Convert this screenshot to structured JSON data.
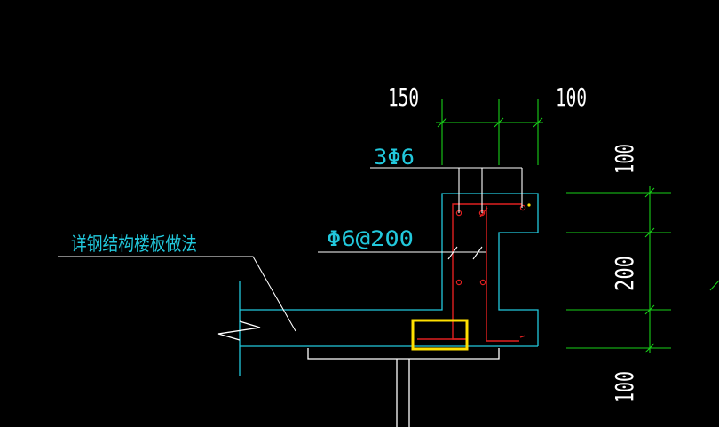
{
  "drawing": {
    "background": "#000000",
    "colors": {
      "slab_outline": "#22c8dc",
      "rebar": "#e02020",
      "dimension": "#18d018",
      "leader": "#ffffff",
      "steel_beam": "#ffffff",
      "highlight": "#ffe000"
    }
  },
  "dimensions": {
    "top_left": "150",
    "top_right": "100",
    "right_top": "100",
    "right_middle": "200",
    "right_bottom": "100"
  },
  "labels": {
    "longitudinal_rebar": "3Φ6",
    "stirrup_rebar": "Φ6@200",
    "floor_note": "详钢结构楼板做法"
  }
}
